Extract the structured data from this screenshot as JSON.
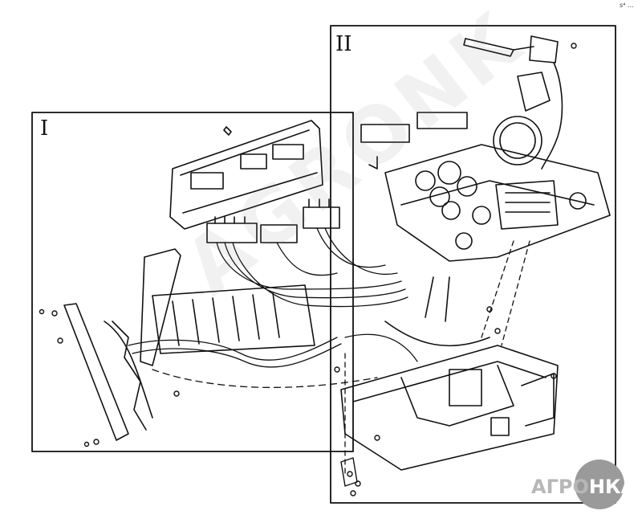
{
  "frames": [
    {
      "id": "I",
      "label": "I"
    },
    {
      "id": "II",
      "label": "II"
    }
  ],
  "corner_mark": "s⁴ ...",
  "watermark": "AGRONK",
  "logo": {
    "text_left": "АГРО",
    "text_right": "НКА"
  },
  "colors": {
    "ink": "#111111",
    "logo_gray": "#9a9a9a",
    "logo_text": "#b7b7b7"
  }
}
